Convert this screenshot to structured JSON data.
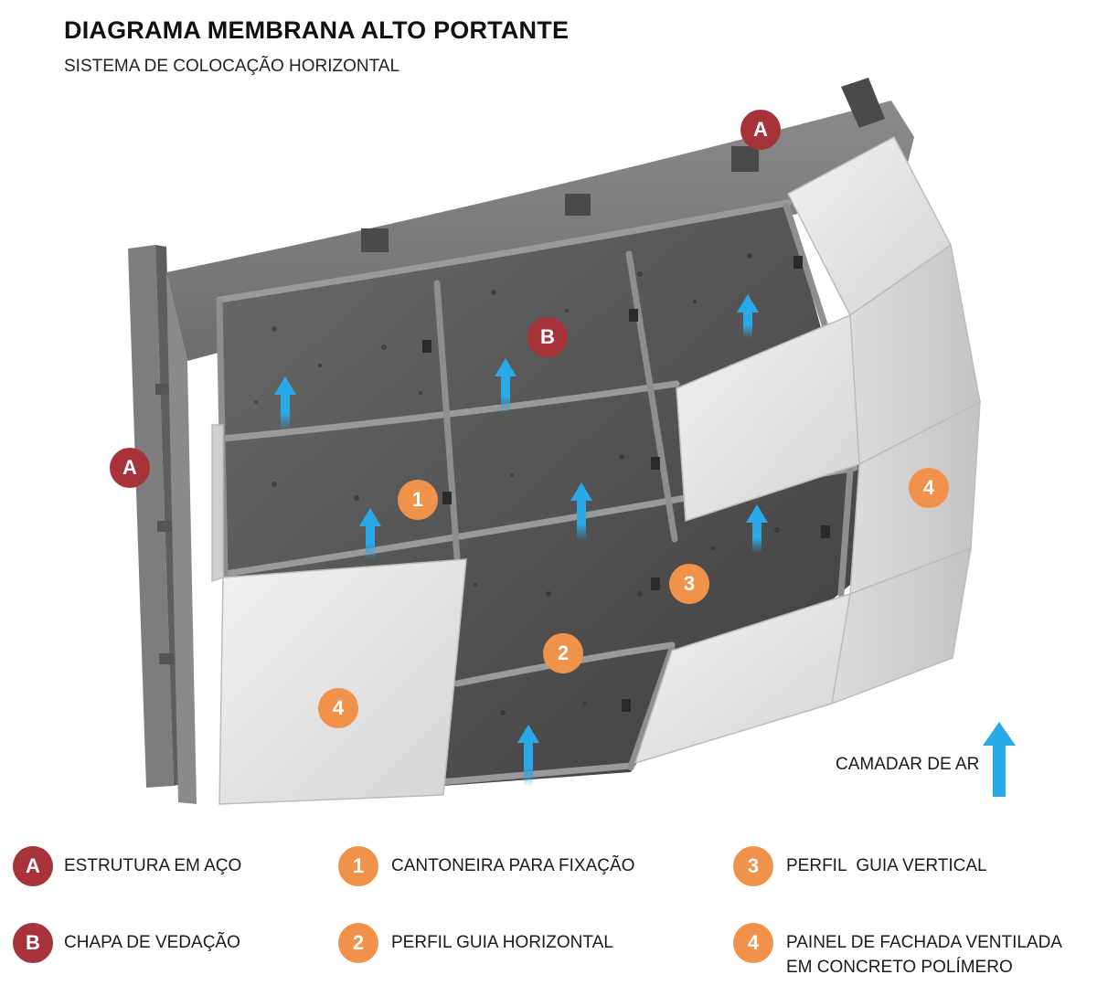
{
  "title": "DIAGRAMA MEMBRANA ALTO PORTANTE",
  "subtitle": "SISTEMA DE COLOCAÇÃO HORIZONTAL",
  "colors": {
    "red_badge": "#a8323a",
    "orange_badge": "#f0924a",
    "air_arrow": "#2aa9e8",
    "steel": "#7a7a7a",
    "concrete": "#5a5a5a",
    "panel": "#e6e6e6"
  },
  "callouts": {
    "a_top": "A",
    "a_left": "A",
    "b": "B",
    "one": "1",
    "two": "2",
    "three": "3",
    "four_right": "4",
    "four_left": "4"
  },
  "air_layer_label": "CAMADAR DE AR",
  "legend": [
    {
      "key": "A",
      "text": "ESTRUTURA EM AÇO",
      "style": "red"
    },
    {
      "key": "1",
      "text": "CANTONEIRA PARA FIXAÇÃO",
      "style": "orange"
    },
    {
      "key": "3",
      "text": "PERFIL  GUIA VERTICAL",
      "style": "orange"
    },
    {
      "key": "B",
      "text": "CHAPA DE VEDAÇÃO",
      "style": "red"
    },
    {
      "key": "2",
      "text": "PERFIL GUIA HORIZONTAL",
      "style": "orange"
    },
    {
      "key": "4",
      "text_line1": "PAINEL DE FACHADA VENTILADA",
      "text_line2": "EM CONCRETO POLÍMERO",
      "style": "orange"
    }
  ]
}
